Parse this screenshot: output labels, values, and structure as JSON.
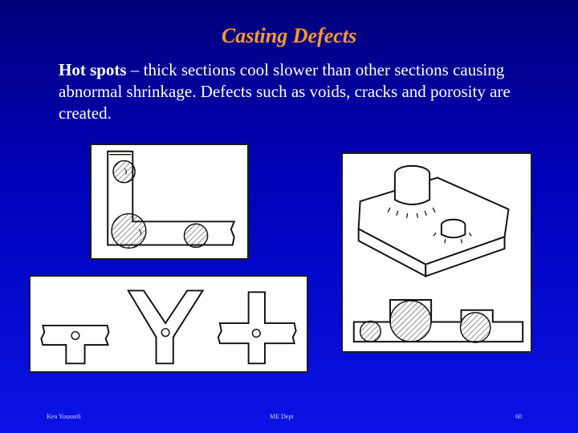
{
  "slide": {
    "title": "Casting Defects",
    "body": {
      "term": "Hot spots",
      "text": " – thick sections cool slower than other sections causing abnormal shrinkage. Defects such as voids, cracks and porosity are created."
    },
    "footer": {
      "left": "Ken Youssefi",
      "center": "ME Dept",
      "page": "60"
    },
    "colors": {
      "title": "#ff9a2e",
      "text": "#ffffff",
      "background": "#0000b8"
    }
  }
}
